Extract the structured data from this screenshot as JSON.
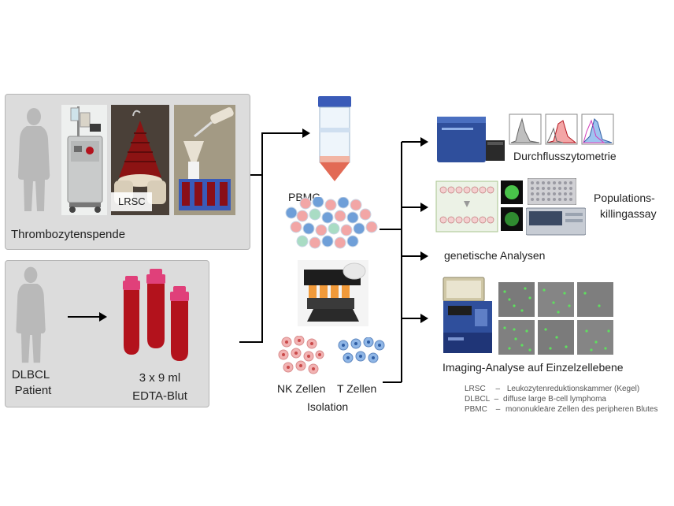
{
  "donor_panel": {
    "label": "Thrombozytenspende",
    "lrsc_tag": "LRSC"
  },
  "patient_panel": {
    "label_line1": "DLBCL",
    "label_line2": "Patient",
    "tubes_line1": "3 x 9 ml",
    "tubes_line2": "EDTA-Blut"
  },
  "center": {
    "pbmc_label": "PBMC",
    "nk_label": "NK Zellen",
    "t_label": "T Zellen",
    "isolation_label": "Isolation"
  },
  "outputs": {
    "flow": "Durchflusszytometrie",
    "killing_line1": "Populations-",
    "killing_line2": "killingassay",
    "genetics": "genetische Analysen",
    "imaging": "Imaging-Analyse auf Einzelzellebene"
  },
  "legend": [
    {
      "abbr": "LRSC",
      "sep": "–",
      "text": "Leukozytenreduktionskammer (Kegel)"
    },
    {
      "abbr": "DLBCL",
      "sep": "–",
      "text": "diffuse large B-cell lymphoma"
    },
    {
      "abbr": "PBMC",
      "sep": "–",
      "text": "mononukleäre Zellen des peripheren Blutes"
    }
  ],
  "colors": {
    "panel": "#dcdcdc",
    "blood": "#b3121c",
    "cap": "#e0407a",
    "cell_red": "#f2a6a6",
    "cell_blue": "#6f9fd8",
    "cell_green": "#a9dcc4"
  }
}
